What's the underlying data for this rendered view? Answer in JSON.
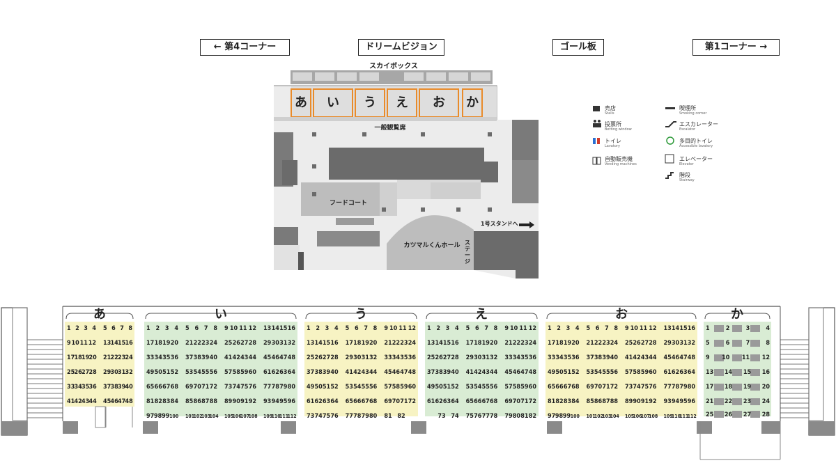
{
  "directions": {
    "corner4": "← 第4コーナー",
    "dreamvision": "ドリームビジョン",
    "goal": "ゴール板",
    "corner1": "第1コーナー →"
  },
  "building": {
    "skybox": "スカイボックス",
    "general_seats": "一般観覧席",
    "food_court": "フードコート",
    "stand_1": "1号スタンドへ",
    "hall": "カツマルくんホール",
    "stage": "ステージ",
    "block_names": [
      "あ",
      "い",
      "う",
      "え",
      "お",
      "か"
    ]
  },
  "legend": [
    {
      "icon": "stalls-icon",
      "ja": "売店",
      "en": "Stalls"
    },
    {
      "icon": "smoking-icon",
      "ja": "喫煙所",
      "en": "Smoking corner"
    },
    {
      "icon": "betting-icon",
      "ja": "投票所",
      "en": "Betting window"
    },
    {
      "icon": "escalator-icon",
      "ja": "エスカレーター",
      "en": "Escalator"
    },
    {
      "icon": "toilet-icon",
      "ja": "トイレ",
      "en": "Lavatory"
    },
    {
      "icon": "accessible-icon",
      "ja": "多目的トイレ",
      "en": "Accessible lavatory"
    },
    {
      "icon": "vending-icon",
      "ja": "自動販売機",
      "en": "Vending machines"
    },
    {
      "icon": "elevator-icon",
      "ja": "エレベーター",
      "en": "Elevator"
    },
    {
      "icon": "stairs-icon",
      "ja": "階段",
      "en": "Stairway"
    }
  ],
  "colors": {
    "yellow": "#f7f3c3",
    "green": "#d9ecd4",
    "dark": "#6b6b6b",
    "mid": "#a0a0a0",
    "light": "#d2d2d2",
    "orange": "#e98b2a"
  },
  "seating": {
    "a": {
      "label": "あ",
      "rows": [
        [
          "1",
          "2",
          "3",
          "4",
          "",
          "5",
          "6",
          "7",
          "8"
        ],
        [
          "9",
          "10",
          "11",
          "12",
          "",
          "13",
          "14",
          "15",
          "16"
        ],
        [
          "17",
          "18",
          "19",
          "20",
          "",
          "21",
          "22",
          "23",
          "24"
        ],
        [
          "25",
          "26",
          "27",
          "28",
          "",
          "29",
          "30",
          "31",
          "32"
        ],
        [
          "33",
          "34",
          "35",
          "36",
          "",
          "37",
          "38",
          "39",
          "40"
        ],
        [
          "41",
          "42",
          "43",
          "44",
          "",
          "45",
          "46",
          "47",
          "48"
        ]
      ]
    },
    "i": {
      "label": "い",
      "rows": [
        [
          "1",
          "2",
          "3",
          "4",
          "5",
          "6",
          "7",
          "8",
          "9",
          "10",
          "11",
          "12",
          "13",
          "14",
          "15",
          "16"
        ],
        [
          "17",
          "18",
          "19",
          "20",
          "21",
          "22",
          "23",
          "24",
          "25",
          "26",
          "27",
          "28",
          "29",
          "30",
          "31",
          "32"
        ],
        [
          "33",
          "34",
          "35",
          "36",
          "37",
          "38",
          "39",
          "40",
          "41",
          "42",
          "43",
          "44",
          "45",
          "46",
          "47",
          "48"
        ],
        [
          "49",
          "50",
          "51",
          "52",
          "53",
          "54",
          "55",
          "56",
          "57",
          "58",
          "59",
          "60",
          "61",
          "62",
          "63",
          "64"
        ],
        [
          "65",
          "66",
          "67",
          "68",
          "69",
          "70",
          "71",
          "72",
          "73",
          "74",
          "75",
          "76",
          "77",
          "78",
          "79",
          "80"
        ],
        [
          "81",
          "82",
          "83",
          "84",
          "85",
          "86",
          "87",
          "88",
          "89",
          "90",
          "91",
          "92",
          "93",
          "94",
          "95",
          "96"
        ],
        [
          "97",
          "98",
          "99",
          "100",
          "101",
          "102",
          "103",
          "104",
          "105",
          "106",
          "107",
          "108",
          "109",
          "110",
          "111",
          "112"
        ]
      ]
    },
    "u": {
      "label": "う",
      "rows": [
        [
          "1",
          "2",
          "3",
          "4",
          "5",
          "6",
          "7",
          "8",
          "9",
          "10",
          "11",
          "12"
        ],
        [
          "13",
          "14",
          "15",
          "16",
          "17",
          "18",
          "19",
          "20",
          "21",
          "22",
          "23",
          "24"
        ],
        [
          "25",
          "26",
          "27",
          "28",
          "29",
          "30",
          "31",
          "32",
          "33",
          "34",
          "35",
          "36"
        ],
        [
          "37",
          "38",
          "39",
          "40",
          "41",
          "42",
          "43",
          "44",
          "45",
          "46",
          "47",
          "48"
        ],
        [
          "49",
          "50",
          "51",
          "52",
          "53",
          "54",
          "55",
          "56",
          "57",
          "58",
          "59",
          "60"
        ],
        [
          "61",
          "62",
          "63",
          "64",
          "65",
          "66",
          "67",
          "68",
          "69",
          "70",
          "71",
          "72"
        ],
        [
          "73",
          "74",
          "75",
          "76",
          "77",
          "78",
          "79",
          "80",
          "81",
          "82",
          "",
          ""
        ]
      ]
    },
    "e": {
      "label": "え",
      "rows": [
        [
          "1",
          "2",
          "3",
          "4",
          "5",
          "6",
          "7",
          "8",
          "9",
          "10",
          "11",
          "12"
        ],
        [
          "13",
          "14",
          "15",
          "16",
          "17",
          "18",
          "19",
          "20",
          "21",
          "22",
          "23",
          "24"
        ],
        [
          "25",
          "26",
          "27",
          "28",
          "29",
          "30",
          "31",
          "32",
          "33",
          "34",
          "35",
          "36"
        ],
        [
          "37",
          "38",
          "39",
          "40",
          "41",
          "42",
          "43",
          "44",
          "45",
          "46",
          "47",
          "48"
        ],
        [
          "49",
          "50",
          "51",
          "52",
          "53",
          "54",
          "55",
          "56",
          "57",
          "58",
          "59",
          "60"
        ],
        [
          "61",
          "62",
          "63",
          "64",
          "65",
          "66",
          "67",
          "68",
          "69",
          "70",
          "71",
          "72"
        ],
        [
          "",
          "",
          "73",
          "74",
          "75",
          "76",
          "77",
          "78",
          "79",
          "80",
          "81",
          "82"
        ]
      ]
    },
    "o": {
      "label": "お",
      "rows": [
        [
          "1",
          "2",
          "3",
          "4",
          "5",
          "6",
          "7",
          "8",
          "9",
          "10",
          "11",
          "12",
          "13",
          "14",
          "15",
          "16"
        ],
        [
          "17",
          "18",
          "19",
          "20",
          "21",
          "22",
          "23",
          "24",
          "25",
          "26",
          "27",
          "28",
          "29",
          "30",
          "31",
          "32"
        ],
        [
          "33",
          "34",
          "35",
          "36",
          "37",
          "38",
          "39",
          "40",
          "41",
          "42",
          "43",
          "44",
          "45",
          "46",
          "47",
          "48"
        ],
        [
          "49",
          "50",
          "51",
          "52",
          "53",
          "54",
          "55",
          "56",
          "57",
          "58",
          "59",
          "60",
          "61",
          "62",
          "63",
          "64"
        ],
        [
          "65",
          "66",
          "67",
          "68",
          "69",
          "70",
          "71",
          "72",
          "73",
          "74",
          "75",
          "76",
          "77",
          "78",
          "79",
          "80"
        ],
        [
          "81",
          "82",
          "83",
          "84",
          "85",
          "86",
          "87",
          "88",
          "89",
          "90",
          "91",
          "92",
          "93",
          "94",
          "95",
          "96"
        ],
        [
          "97",
          "98",
          "99",
          "100",
          "101",
          "102",
          "103",
          "104",
          "105",
          "106",
          "107",
          "108",
          "109",
          "110",
          "111",
          "112"
        ]
      ]
    },
    "ka": {
      "label": "か",
      "rows": [
        [
          "1",
          "2",
          "3",
          "4"
        ],
        [
          "5",
          "6",
          "7",
          "8"
        ],
        [
          "9",
          "10",
          "11",
          "12"
        ],
        [
          "13",
          "14",
          "15",
          "16"
        ],
        [
          "17",
          "18",
          "19",
          "20"
        ],
        [
          "21",
          "22",
          "23",
          "24"
        ],
        [
          "25",
          "26",
          "27",
          "28"
        ]
      ]
    }
  }
}
